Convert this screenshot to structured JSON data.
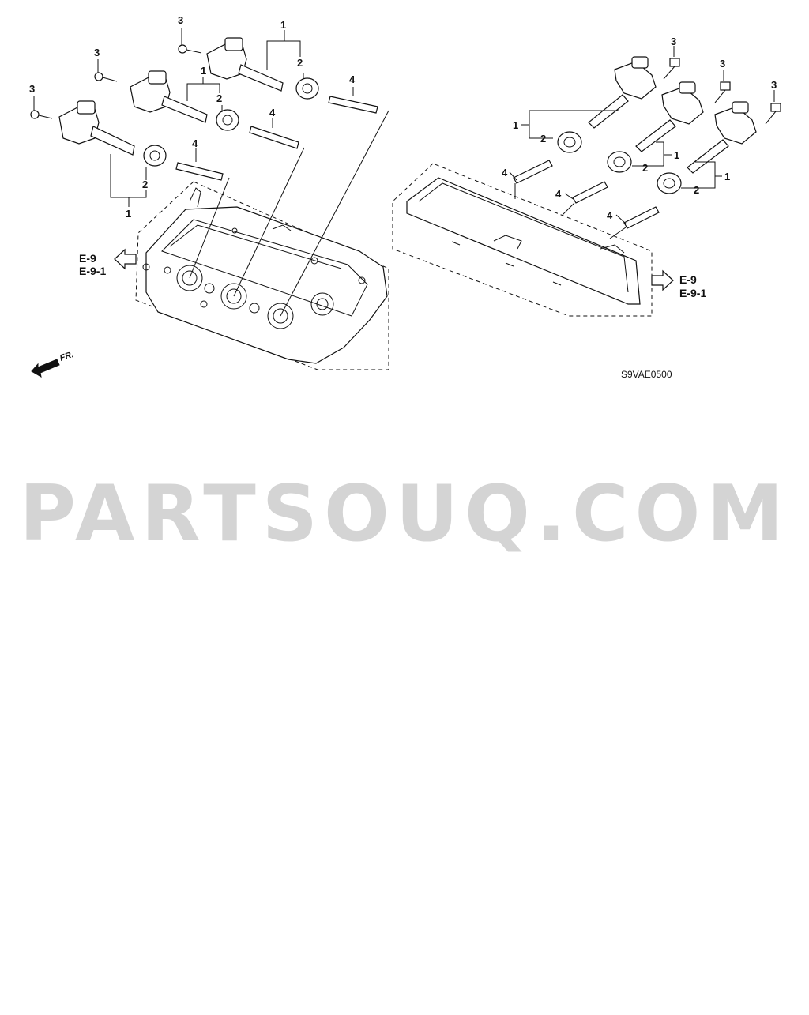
{
  "diagram": {
    "callouts": {
      "coil": "1",
      "seal": "2",
      "bolt": "3",
      "plug": "4"
    },
    "refs": {
      "left_ref_1": "E-9",
      "left_ref_2": "E-9-1",
      "right_ref_1": "E-9",
      "right_ref_2": "E-9-1"
    },
    "front_label": "FR.",
    "drawing_code": "S9VAE0500"
  },
  "watermark": {
    "text": "PARTSOUQ.COM"
  }
}
